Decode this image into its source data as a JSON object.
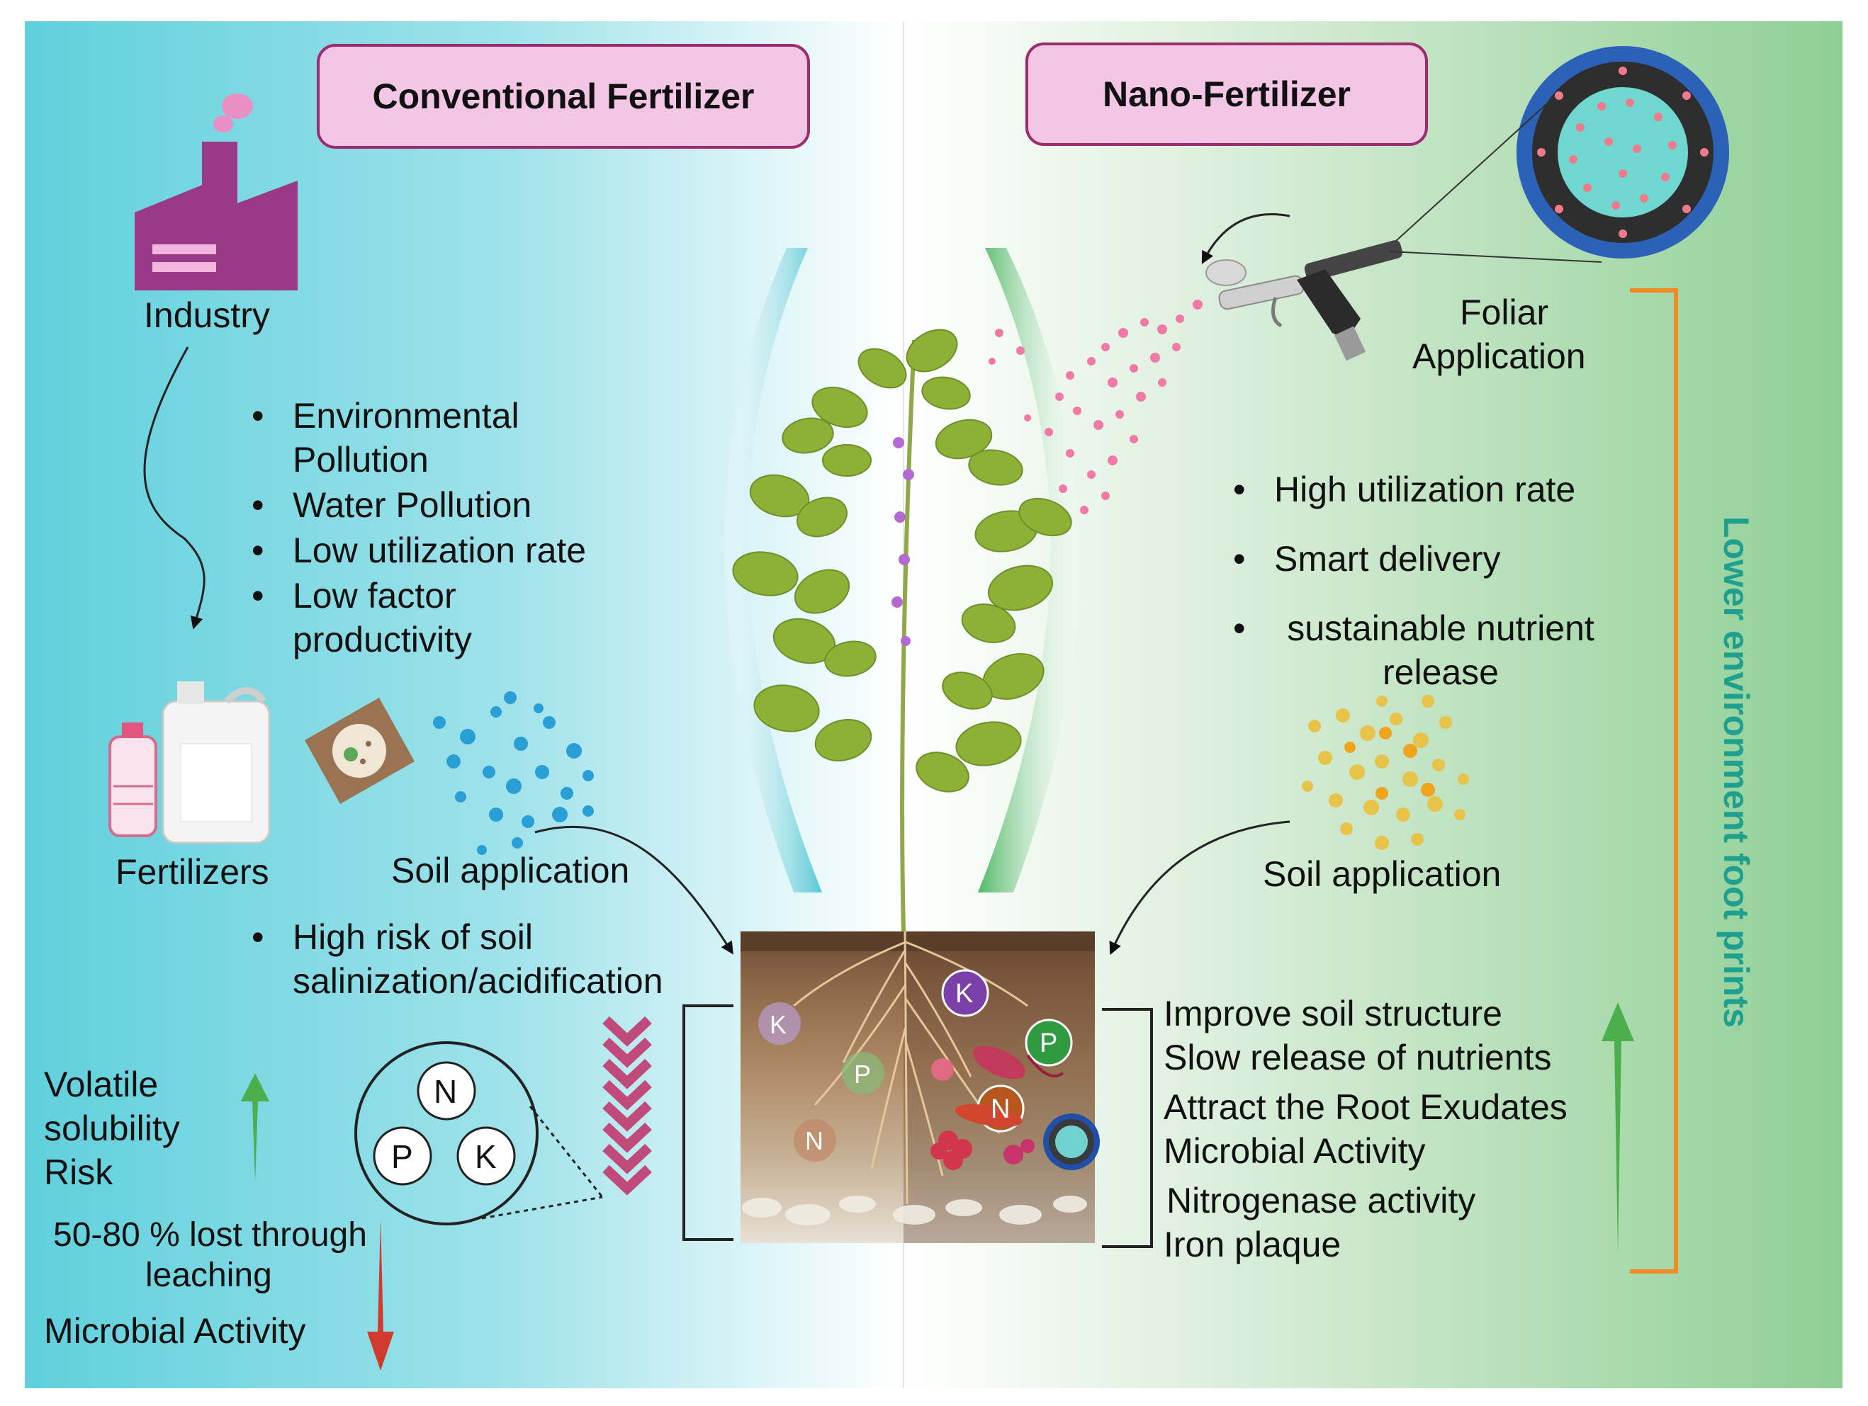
{
  "left_panel": {
    "title": "Conventional Fertilizer",
    "industry_label": "Industry",
    "impacts": [
      "Environmental Pollution",
      "Water Pollution",
      "Low utilization rate",
      "Low factor productivity"
    ],
    "fertilizers_label": "Fertilizers",
    "soil_application_label": "Soil application",
    "soil_risk": "High risk of soil salinization/acidification",
    "up_labels": [
      "Volatile",
      "solubility",
      "Risk"
    ],
    "leaching_label_1": "50-80 % lost through",
    "leaching_label_2": "leaching",
    "microbial_label": "Microbial Activity",
    "nutrients": [
      "N",
      "P",
      "K"
    ]
  },
  "right_panel": {
    "title": "Nano-Fertilizer",
    "foliar_label_1": "Foliar",
    "foliar_label_2": "Application",
    "benefits": [
      "High utilization rate",
      "Smart delivery",
      "sustainable nutrient release"
    ],
    "soil_application_label": "Soil application",
    "soil_effects": [
      "Improve  soil structure",
      "Slow release of nutrients",
      "Attract the Root Exudates",
      "Microbial Activity",
      "Nitrogenase activity",
      "Iron plaque"
    ],
    "footprint_label": "Lower environment foot prints"
  },
  "colors": {
    "left_bg": "#5fd0dc",
    "right_bg": "#8ecf95",
    "title_fill": "#f4c6e6",
    "title_border": "#9b2d6e",
    "factory": "#9a3a86",
    "up_arrow": "#4cae4c",
    "down_arrow": "#d23a2e",
    "bracket_orange": "#f08a24",
    "footprint_text": "#1fa08e"
  }
}
